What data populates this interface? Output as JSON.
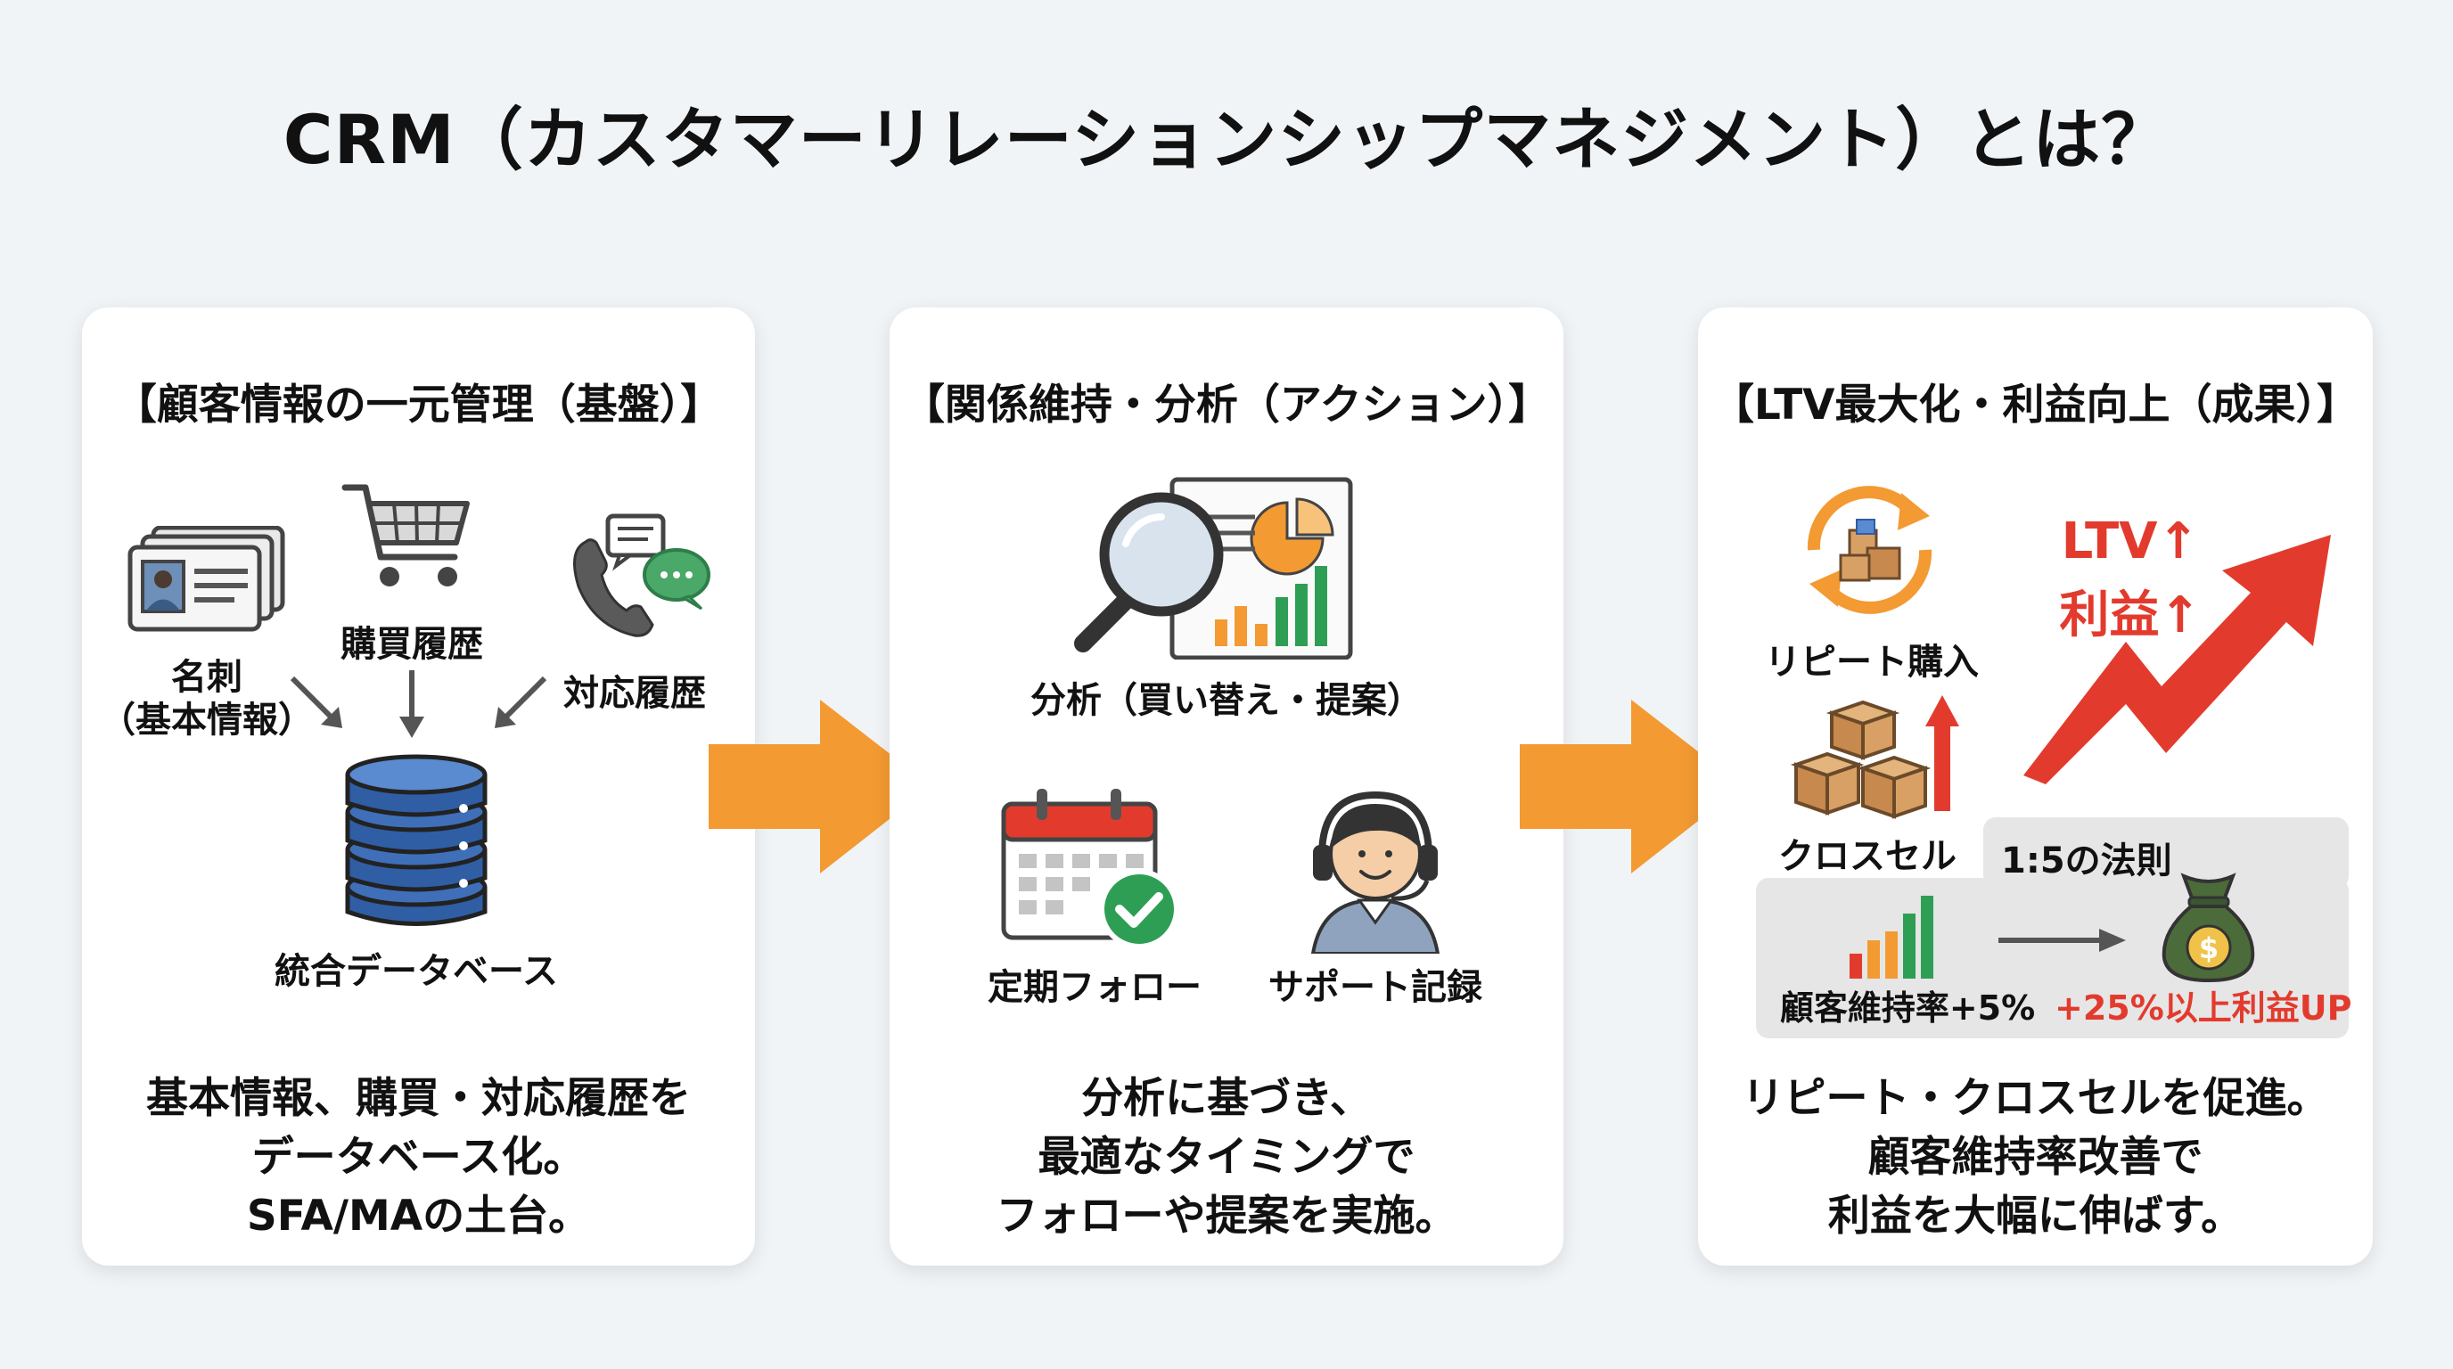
{
  "title": "CRM（カスタマーリレーションシップマネジメント）とは？",
  "cards": [
    {
      "title": "【顧客情報の一元管理（基盤）】",
      "items": {
        "business_card_line1": "名刺",
        "business_card_line2": "（基本情報）",
        "purchase_history": "購買履歴",
        "support_history": "対応履歴",
        "database": "統合データベース"
      },
      "desc": [
        "基本情報、購買・対応履歴を",
        "データベース化。",
        "SFA/MAの土台。"
      ]
    },
    {
      "title": "【関係維持・分析（アクション）】",
      "items": {
        "analysis": "分析（買い替え・提案）",
        "followup": "定期フォロー",
        "support_log": "サポート記録"
      },
      "desc": [
        "分析に基づき、",
        "最適なタイミングで",
        "フォローや提案を実施。"
      ]
    },
    {
      "title": "【LTV最大化・利益向上（成果）】",
      "items": {
        "repeat": "リピート購入",
        "cross_sell": "クロスセル",
        "ltv_up": "LTV↑",
        "profit_up": "利益↑",
        "rule": "1:5の法則",
        "retention": "顧客維持率+5%",
        "profit_gain": "+25%以上利益UP"
      },
      "desc": [
        "リピート・クロスセルを促進。",
        "顧客維持率改善で",
        "利益を大幅に伸ばす。"
      ]
    }
  ],
  "colors": {
    "orange": "#f39a32",
    "red": "#e23b2e",
    "blue": "#3f6fb8",
    "green": "#2f9e55"
  }
}
